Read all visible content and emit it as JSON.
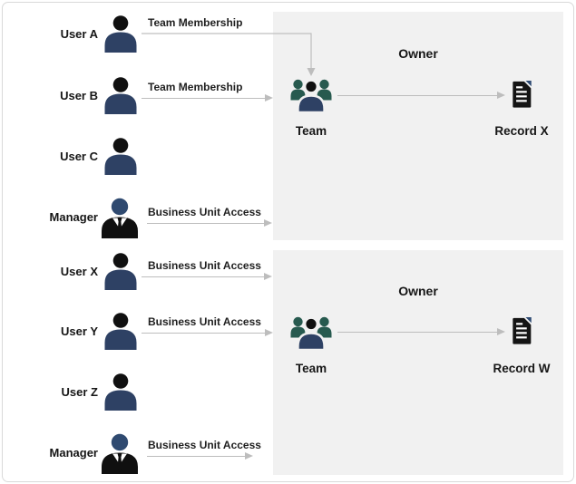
{
  "diagram": {
    "left_rows": [
      {
        "name": "User A",
        "icon": "user",
        "arrow_label": "Team Membership"
      },
      {
        "name": "User B",
        "icon": "user",
        "arrow_label": "Team Membership"
      },
      {
        "name": "User C",
        "icon": "user",
        "arrow_label": ""
      },
      {
        "name": "Manager",
        "icon": "manager",
        "arrow_label": "Business Unit Access"
      },
      {
        "name": "User X",
        "icon": "user",
        "arrow_label": "Business Unit Access"
      },
      {
        "name": "User Y",
        "icon": "user",
        "arrow_label": "Business Unit Access"
      },
      {
        "name": "User Z",
        "icon": "user",
        "arrow_label": ""
      },
      {
        "name": "Manager",
        "icon": "manager",
        "arrow_label": "Business Unit Access"
      }
    ],
    "groups": [
      {
        "owner_label": "Owner",
        "team_label": "Team",
        "record_label": "Record X"
      },
      {
        "owner_label": "Owner",
        "team_label": "Team",
        "record_label": "Record W"
      }
    ],
    "colors": {
      "user_body_navy": "#2e4164",
      "head_black": "#101010",
      "manager_head_navy": "#2f4a70",
      "team_side_teal": "#275a4f",
      "record_black": "#141414",
      "record_fold_navy": "#2e4a72",
      "group_box_bg": "#f1f1f1",
      "arrow_gray": "#bdbdbd",
      "frame_border": "#d9d9d9"
    }
  }
}
